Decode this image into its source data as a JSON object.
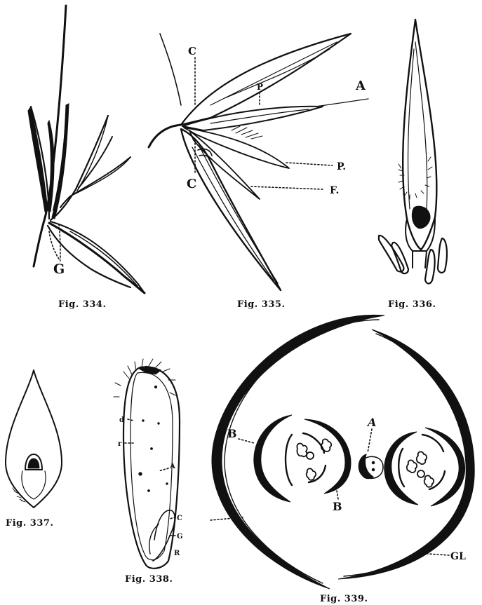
{
  "figures": {
    "fig334": {
      "caption": "Fig. 334.",
      "labels": {
        "g": "G"
      }
    },
    "fig335": {
      "caption": "Fig. 335.",
      "labels": {
        "c_top": "C",
        "c_bottom": "C",
        "p_inner": "P",
        "a": "A",
        "p_outer": "P.",
        "f": "F."
      }
    },
    "fig336": {
      "caption": "Fig. 336."
    },
    "fig337": {
      "caption": "Fig. 337."
    },
    "fig338": {
      "caption": "Fig. 338.",
      "labels": {
        "d": "d",
        "r_top": "r",
        "a": "A",
        "c": "C",
        "g": "G",
        "r_bottom": "R"
      }
    },
    "fig339": {
      "caption": "Fig. 339.",
      "labels": {
        "b_left": "B",
        "a": "A",
        "b_bottom": "B",
        "gl": "GL"
      }
    }
  }
}
